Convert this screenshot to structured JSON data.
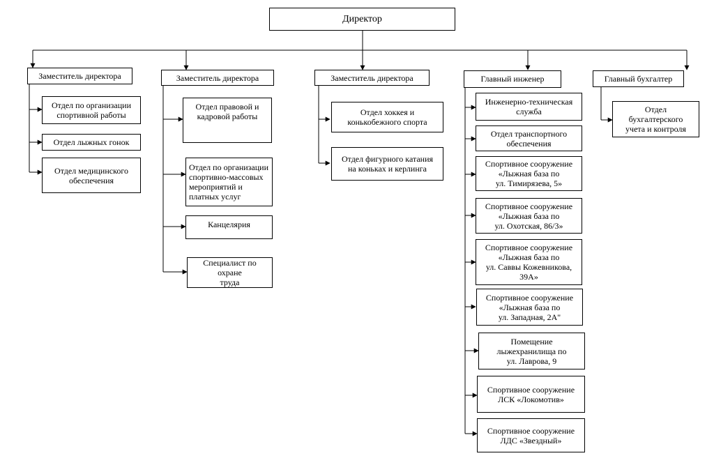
{
  "director": "Директор",
  "columns": [
    {
      "head": "Заместитель директора",
      "departments": [
        "Отдел по организации\nспортивной работы",
        "Отдел лыжных гонок",
        "Отдел медицинского\nобеспечения"
      ]
    },
    {
      "head": "Заместитель директора",
      "departments": [
        "Отдел правовой и\nкадровой работы",
        "Отдел по организации\nспортивно-массовых\nмероприятий и\nплатных услуг",
        "Канцелярия",
        "Специалист по охране\nтруда"
      ]
    },
    {
      "head": "Заместитель директора",
      "departments": [
        "Отдел хоккея и\nконькобежного спорта",
        "Отдел фигурного катания\nна коньках и керлинга"
      ]
    },
    {
      "head": "Главный инженер",
      "departments": [
        "Инженерно-техническая\nслужба",
        "Отдел транспортного\nобеспечения",
        "Спортивное сооружение\n«Лыжная база по\nул. Тимирязева, 5»",
        "Спортивное сооружение\n«Лыжная база по\nул. Охотская, 86/3»",
        "Спортивное сооружение\n«Лыжная база по\nул. Саввы Кожевникова,\n39А»",
        "Спортивное сооружение\n«Лыжная база по\nул. Западная, 2А\"",
        "Помещение\nлыжехранилища по\nул. Лаврова, 9",
        "Спортивное сооружение\nЛСК «Локомотив»",
        "Спортивное сооружение\nЛДС «Звездный»"
      ]
    },
    {
      "head": "Главный бухгалтер",
      "departments": [
        "Отдел\nбухгалтерского\nучета и контроля"
      ]
    }
  ]
}
